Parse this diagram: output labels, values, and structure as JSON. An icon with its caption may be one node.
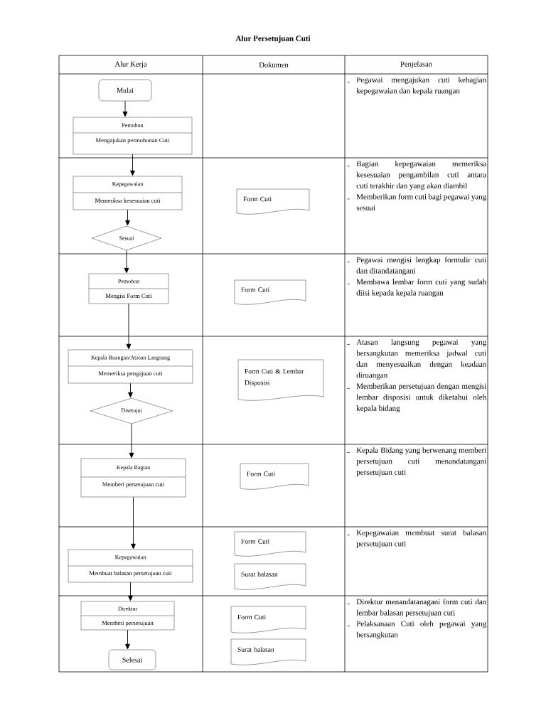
{
  "diagram": {
    "title": "Alur Persetujuan Cuti",
    "nodes": [
      {
        "text": [
          "Mulai"
        ]
      },
      {
        "text": [
          "Pemohon",
          "Mengajukan permohonan Cuti"
        ]
      },
      {
        "text": [
          "Kepegawaian",
          "Memeriksa kesesuaian cuti"
        ]
      },
      {
        "text": [
          "Sesuai"
        ]
      },
      {
        "text": [
          "Form Cuti"
        ]
      },
      {
        "text": [
          "Pemohon",
          "Mengisi Form Cuti"
        ]
      },
      {
        "text": [
          "Form Cuti"
        ]
      },
      {
        "text": [
          "Kepala Ruangan/Atasan Langsung",
          "Memeriksa pengajuan cuti"
        ]
      },
      {
        "text": [
          "Disetujui"
        ]
      },
      {
        "text": [
          "Form Cuti & Lembar Disposisi"
        ]
      },
      {
        "text": [
          "Kepala Bagian",
          "Memberi persetujuan cuti"
        ]
      },
      {
        "text": [
          "Form Cuti"
        ]
      },
      {
        "text": [
          "Kepegawaian",
          "Membuat balasan persetujuan cuti"
        ]
      },
      {
        "text": [
          "Form Cuti"
        ]
      },
      {
        "text": [
          "Surat balasan"
        ]
      },
      {
        "text": [
          "Direktur",
          "Memberi persetujuan"
        ]
      },
      {
        "text": [
          "Form Cuti"
        ]
      },
      {
        "text": [
          "Surat balasan"
        ]
      },
      {
        "text": [
          "Selesai"
        ]
      }
    ],
    "edges": [
      {
        "from": 0,
        "to": 1,
        "arrow": "to"
      },
      {
        "from": 1,
        "to": 2,
        "arrow": "to"
      },
      {
        "from": 2,
        "to": 3,
        "arrow": "to"
      },
      {
        "from": 3,
        "to": 5,
        "arrow": "to"
      },
      {
        "from": 5,
        "to": 7,
        "arrow": "to"
      },
      {
        "from": 7,
        "to": 8,
        "arrow": "to"
      },
      {
        "from": 8,
        "to": 10,
        "arrow": "to"
      },
      {
        "from": 10,
        "to": 12,
        "arrow": "to"
      },
      {
        "from": 12,
        "to": 15,
        "arrow": "to"
      },
      {
        "from": 15,
        "to": 18,
        "arrow": "to"
      }
    ],
    "labels": [
      "Alur Kerja",
      "Dokumen",
      "Penjelasan",
      "Pegawai mengajukan cuti kebagian kepegawaian dan kepala ruangan",
      "Bagian kepegawaian memeriksa kesesuaian pengambilan cuti antara cuti terakhir dan yang akan diambil",
      "Memberikan form cuti bagi pegawai yang sesuai",
      "Pegawai mengisi lengkap formulir cuti dan ditandatangani",
      "Membawa lembar form cuti yang sudah diisi kepada kepala ruangan",
      "Atasan langsung pegawai yang bersangkutan memeriksa jadwal cuti dan menyesuaikan dengan keadaan diruangan",
      "Memberikan persetujuan dengan mengisi lembar disposisi untuk diketahui oleh kepala bidang",
      "Kepala Bidang yang berwenang memberi persetujuan cuti menandatangani persetujuan cuti",
      "Kepegawaian membuat surat balasan persetujuan cuti",
      "Direktur menandatanagani form cuti dan lembar balasan persetujuan cuti",
      "Pelaksanaan Cuti oleh pegawai yang bersangkutan"
    ]
  }
}
